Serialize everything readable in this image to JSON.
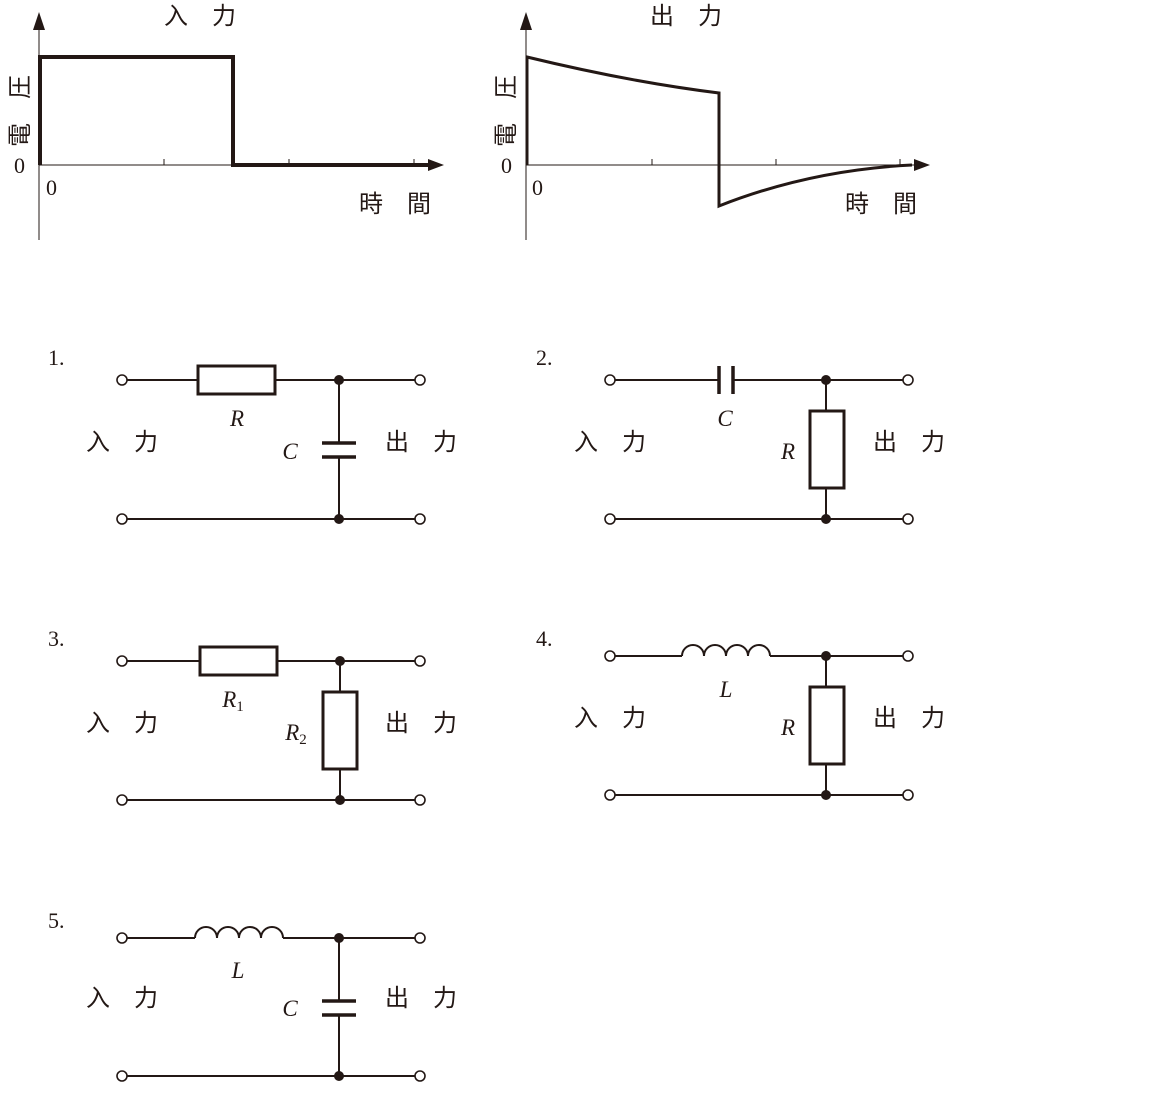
{
  "graphs": {
    "input": {
      "title": "入　力",
      "ylabel": "電　圧",
      "xlabel": "時　間",
      "zero_y": "0",
      "zero_x": "0"
    },
    "output": {
      "title": "出　力",
      "ylabel": "電　圧",
      "xlabel": "時　間",
      "zero_y": "0",
      "zero_x": "0"
    }
  },
  "circuits": [
    {
      "number": "1.",
      "in": "入　力",
      "out": "出　力",
      "series": "R",
      "shunt": "C"
    },
    {
      "number": "2.",
      "in": "入　力",
      "out": "出　力",
      "series": "C",
      "shunt": "R"
    },
    {
      "number": "3.",
      "in": "入　力",
      "out": "出　力",
      "series": "R",
      "series_sub": "1",
      "shunt": "R",
      "shunt_sub": "2"
    },
    {
      "number": "4.",
      "in": "入　力",
      "out": "出　力",
      "series": "L",
      "shunt": "R"
    },
    {
      "number": "5.",
      "in": "入　力",
      "out": "出　力",
      "series": "L",
      "shunt": "C"
    }
  ]
}
